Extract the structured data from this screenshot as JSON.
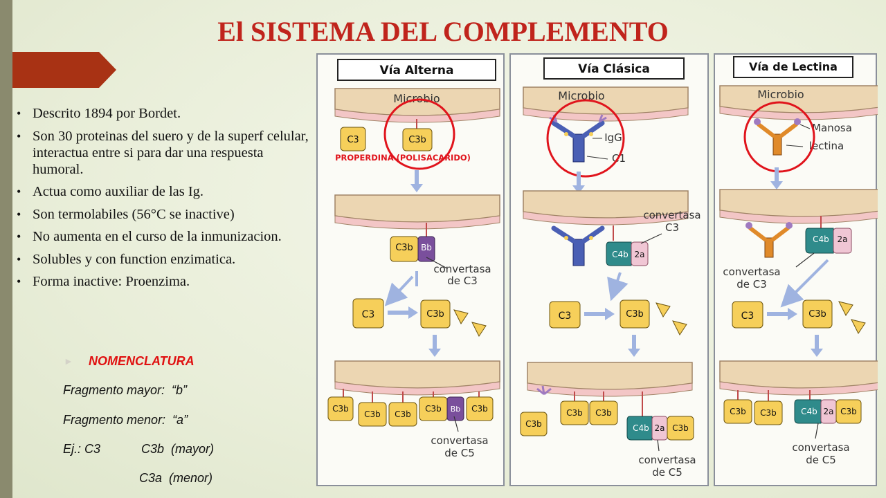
{
  "title": "El SISTEMA DEL COMPLEMENTO",
  "bullets": [
    "Descrito 1894 por Bordet.",
    "Son 30 proteinas del suero y de la superf celular, interactua entre si para dar una respuesta humoral.",
    "Actua como auxiliar de las Ig.",
    "Son termolabiles (56°C se inactive)",
    "No aumenta en el curso de la inmunizacion.",
    "Solubles y con function enzimatica.",
    "Forma inactive: Proenzima."
  ],
  "nomenclatura": {
    "heading": "NOMENCLATURA",
    "mayor": "Fragmento mayor:  “b”",
    "menor": "Fragmento menor:  “a”",
    "ej_label": "Ej.: C3",
    "ej_mayor": "C3b  (mayor)",
    "ej_menor": "C3a  (menor)"
  },
  "colors": {
    "title": "#c0241c",
    "highlight_circle": "#e0141c",
    "accent_tab": "#a83214",
    "c3b": "#f6cf5a",
    "bb": "#7a4f9c",
    "c4b": "#2f8b8b",
    "c2a": "#f0c6d4",
    "igg": "#4a5fb4",
    "lectin": "#e08a2a",
    "arrow": "#9fb3e0"
  },
  "diagram": {
    "alterna": {
      "header": "Vía Alterna",
      "microbio": "Microbio",
      "c3": "C3",
      "c3b": "C3b",
      "bb": "Bb",
      "properdina": "PROPERDINA  (POLISACARIDO)",
      "convertasa_c3_1": "convertasa",
      "convertasa_c3_2": "de C3",
      "convertasa_c5_1": "convertasa",
      "convertasa_c5_2": "de C5"
    },
    "clasica": {
      "header": "Vía Clásica",
      "microbio": "Microbio",
      "igg": "IgG",
      "c1": "C1",
      "c3": "C3",
      "c3b": "C3b",
      "c4b": "C4b",
      "c2a": "2a",
      "convertasa_c3_1": "convertasa",
      "convertasa_c3_2": "C3",
      "convertasa_c5_1": "convertasa",
      "convertasa_c5_2": "de C5"
    },
    "lectina": {
      "header": "Vía de Lectina",
      "microbio": "Microbio",
      "manosa": "Manosa",
      "lectina": "lectina",
      "c3": "C3",
      "c3b": "C3b",
      "c4b": "C4b",
      "c2a": "2a",
      "convertasa_c3_1": "convertasa",
      "convertasa_c3_2": "de C3",
      "convertasa_c5_1": "convertasa",
      "convertasa_c5_2": "de C5"
    }
  }
}
